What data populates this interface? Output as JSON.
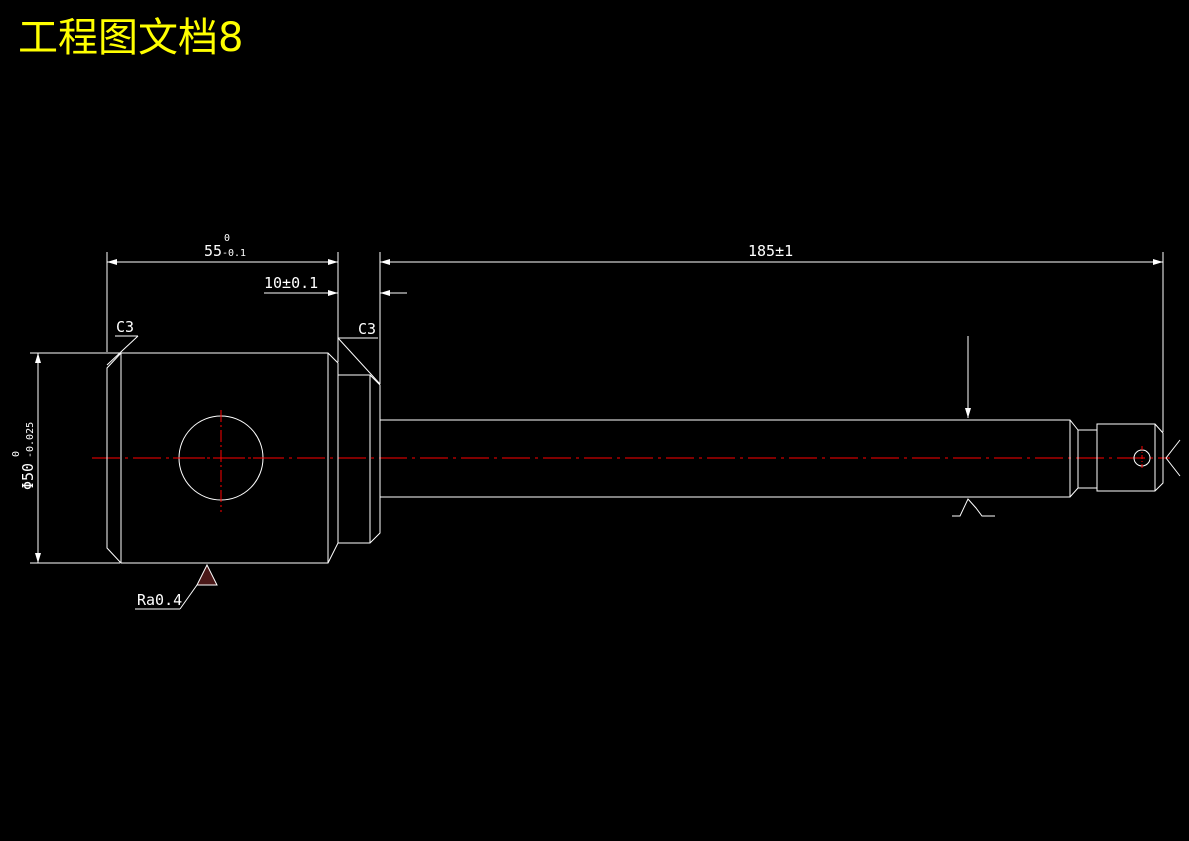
{
  "title": "工程图文档8",
  "dims": {
    "overall_len": "55",
    "overall_tol_upper": "0",
    "overall_tol_lower": "-0.1",
    "neck_len": "10±0.1",
    "shaft_len": "185±1",
    "diameter": "Φ50",
    "diameter_tol_upper": "0",
    "diameter_tol_lower": "-0.025",
    "chamfer_left": "C3",
    "chamfer_right": "C3",
    "roughness": "Ra0.4"
  },
  "colors": {
    "title": "#ffff00",
    "lines": "#ffffff",
    "centerline": "#ff0000",
    "background": "#000000"
  }
}
